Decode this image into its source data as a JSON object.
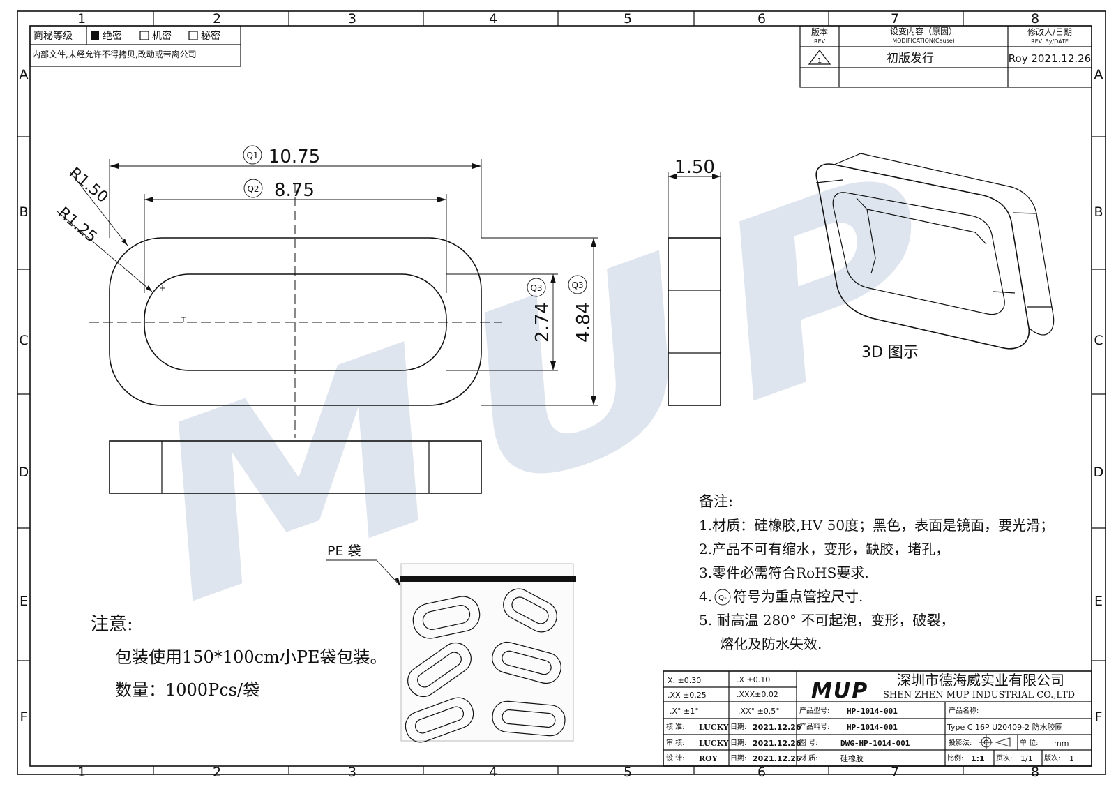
{
  "grid": {
    "columns": [
      "1",
      "2",
      "3",
      "4",
      "5",
      "6",
      "7",
      "8"
    ],
    "rows": [
      "A",
      "B",
      "C",
      "D",
      "E",
      "F"
    ]
  },
  "confidentiality": {
    "label": "商秘等级",
    "opt1": "绝密",
    "opt2": "机密",
    "opt3": "秘密",
    "notice": "内部文件,未经允许不得拷贝,改动或带离公司"
  },
  "revision": {
    "rev_cn": "版本",
    "rev_en": "REV",
    "mod_cn": "设变内容（原因）",
    "mod_en": "MODIFICATION(Cause)",
    "by_cn": "修改人/日期",
    "by_en": "REV. By/DATE",
    "row_rev": "1",
    "row_mod": "初版发行",
    "row_by": "Roy  2021.12.26"
  },
  "watermark": "MUP",
  "dimensions": {
    "q1": "Q1",
    "q1_val": "10.75",
    "q2": "Q2",
    "q2_val": "8.75",
    "q3": "Q3",
    "q3a_val": "2.74",
    "q3b_val": "4.84",
    "r_outer": "R1.50",
    "r_inner": "R1.25",
    "thickness": "1.50"
  },
  "view3d_label": "3D  图示",
  "pe_label": "PE  袋",
  "notes": {
    "title": "备注:",
    "items": [
      "1.材质：硅橡胶,HV 50度；黑色，表面是镜面，要光滑；",
      "2.产品不可有缩水，变形，缺胶，堵孔，",
      "3.零件必需符合RoHS要求.",
      "4.",
      "5.  耐高温 280° 不可起泡，变形，破裂，",
      "熔化及防水失效."
    ],
    "note4_symbol": "Q-",
    "note4_text": "符号为重点管控尺寸."
  },
  "attention": {
    "title": "注意:",
    "line1": "包装使用150*100cm小PE袋包装。",
    "line2": "数量：1000Pcs/袋"
  },
  "tolerances": {
    "r1a": "X. ±0.30",
    "r1b": ".X   ±0.10",
    "r2a": ".XX  ±0.25",
    "r2b": ".XXX±0.02",
    "r3a": ".X°    ±1°",
    "r3b": ".XX°   ±0.5°"
  },
  "company": {
    "logo": "MUP",
    "name_cn": "深圳市德海威实业有限公司",
    "name_en": "SHEN ZHEN MUP INDUSTRIAL CO.,LTD"
  },
  "titleblock": {
    "model_label": "产品型号:",
    "model": "HP-1014-001",
    "name_label": "产品名称:",
    "name": "Type C 16P U20409-2 防水胶圈",
    "check_label": "核  准:",
    "check_by": "LUCKY",
    "check_date_label": "日期:",
    "check_date": "2021.12.26",
    "part_label": "产品料号:",
    "part": "HP-1014-001",
    "proj_label": "投影法:",
    "unit_label": "单  位:",
    "unit": "mm",
    "review_label": "审  核:",
    "review_by": "LUCKY",
    "review_date_label": "日期:",
    "review_date": "2021.12.26",
    "dwg_label": "图  号:",
    "dwg": "DWG-HP-1014-001",
    "scale_label": "比例:",
    "scale": "1:1",
    "page_label": "页次:",
    "page": "1/1",
    "ver_label": "版次:",
    "ver": "1",
    "design_label": "设  计:",
    "design_by": "ROY",
    "design_date_label": "日期:",
    "design_date": "2021.12.26",
    "material_label": "材  质:",
    "material": "硅橡胶"
  }
}
